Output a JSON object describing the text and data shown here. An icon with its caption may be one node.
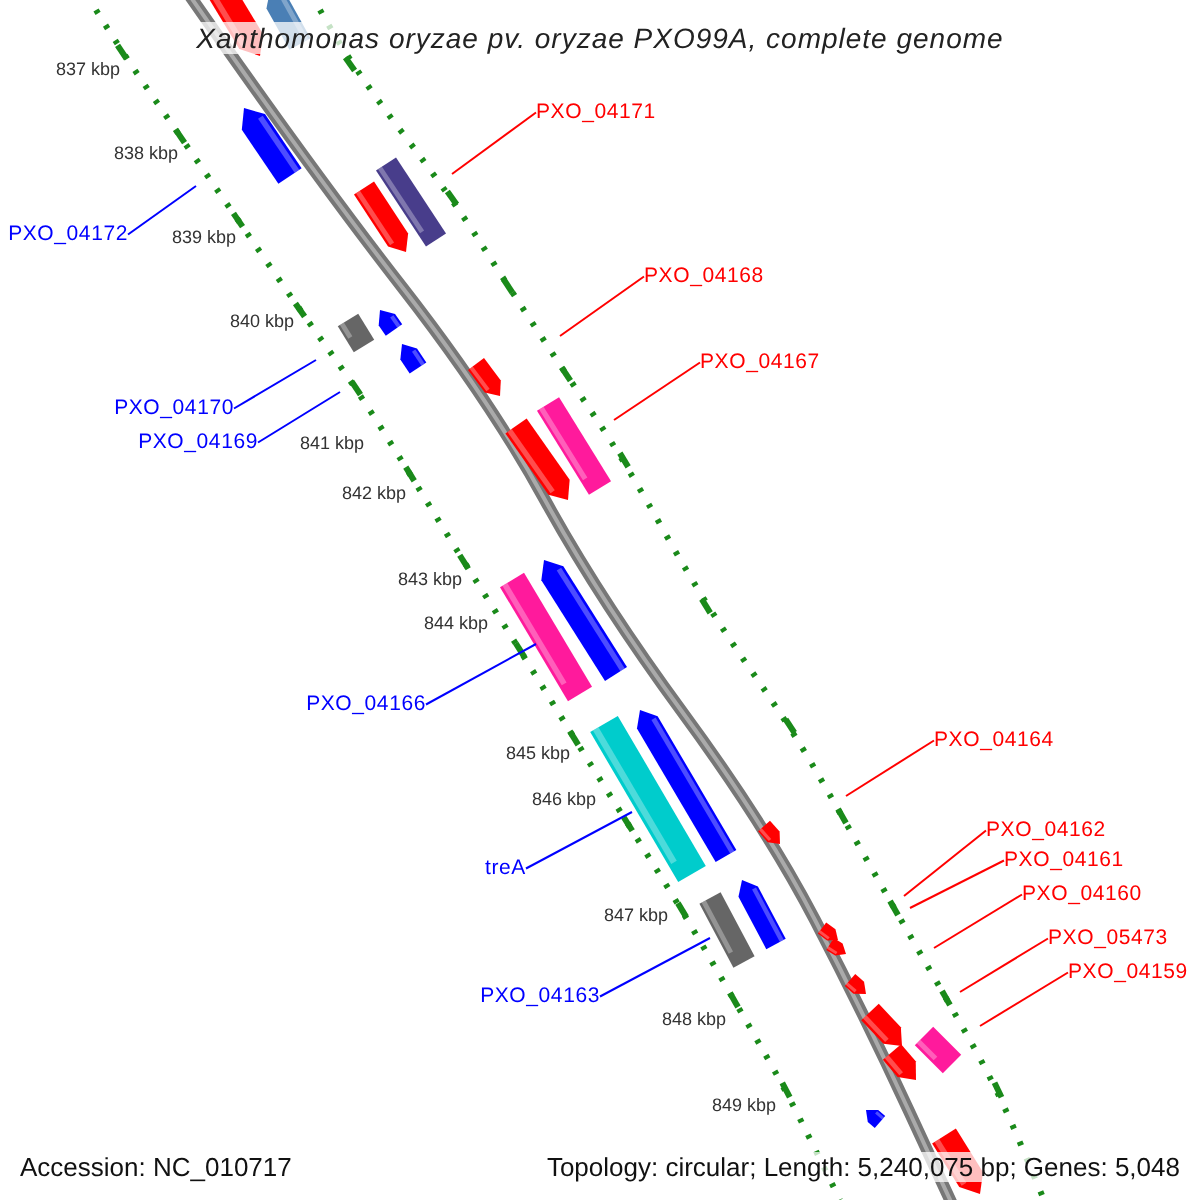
{
  "diagram": {
    "title": "Xanthomonas oryzae pv. oryzae PXO99A, complete genome",
    "nodes": [
      {
        "text": [
          "PXO_04171"
        ]
      },
      {
        "text": [
          "PXO_04172"
        ]
      },
      {
        "text": [
          "PXO_04168"
        ]
      },
      {
        "text": [
          "PXO_04167"
        ]
      },
      {
        "text": [
          "PXO_04170"
        ]
      },
      {
        "text": [
          "PXO_04169"
        ]
      },
      {
        "text": [
          "PXO_04166"
        ]
      },
      {
        "text": [
          "PXO_04164"
        ]
      },
      {
        "text": [
          "PXO_04162"
        ]
      },
      {
        "text": [
          "PXO_04161"
        ]
      },
      {
        "text": [
          "treA"
        ]
      },
      {
        "text": [
          "PXO_04160"
        ]
      },
      {
        "text": [
          "PXO_05473"
        ]
      },
      {
        "text": [
          "PXO_04159"
        ]
      },
      {
        "text": [
          "PXO_04163"
        ]
      }
    ],
    "edges": [
      {
        "from": 0,
        "to": null,
        "arrow": "none"
      },
      {
        "from": 1,
        "to": null,
        "arrow": "none",
        "color": "#0000ff"
      },
      {
        "from": 2,
        "to": null,
        "arrow": "none"
      },
      {
        "from": 3,
        "to": null,
        "arrow": "none"
      },
      {
        "from": 4,
        "to": null,
        "arrow": "none",
        "color": "#0000ff"
      },
      {
        "from": 5,
        "to": null,
        "arrow": "none",
        "color": "#0000ff"
      },
      {
        "from": 6,
        "to": null,
        "arrow": "none",
        "color": "#0000ff"
      },
      {
        "from": 7,
        "to": null,
        "arrow": "none"
      },
      {
        "from": 8,
        "to": null,
        "arrow": "none"
      },
      {
        "from": 9,
        "to": null,
        "arrow": "none"
      },
      {
        "from": 10,
        "to": null,
        "arrow": "none",
        "color": "#0000ff"
      },
      {
        "from": 11,
        "to": null,
        "arrow": "none"
      },
      {
        "from": 12,
        "to": null,
        "arrow": "none"
      },
      {
        "from": 13,
        "to": null,
        "arrow": "none"
      },
      {
        "from": 14,
        "to": null,
        "arrow": "none",
        "color": "#0000ff"
      }
    ],
    "labels": [
      "837 kbp",
      "838 kbp",
      "839 kbp",
      "840 kbp",
      "841 kbp",
      "842 kbp",
      "843 kbp",
      "844 kbp",
      "845 kbp",
      "846 kbp",
      "847 kbp",
      "848 kbp",
      "849 kbp",
      "Accession: NC_010717",
      "Topology: circular; Length: 5,240,075 bp; Genes: 5,048"
    ]
  }
}
